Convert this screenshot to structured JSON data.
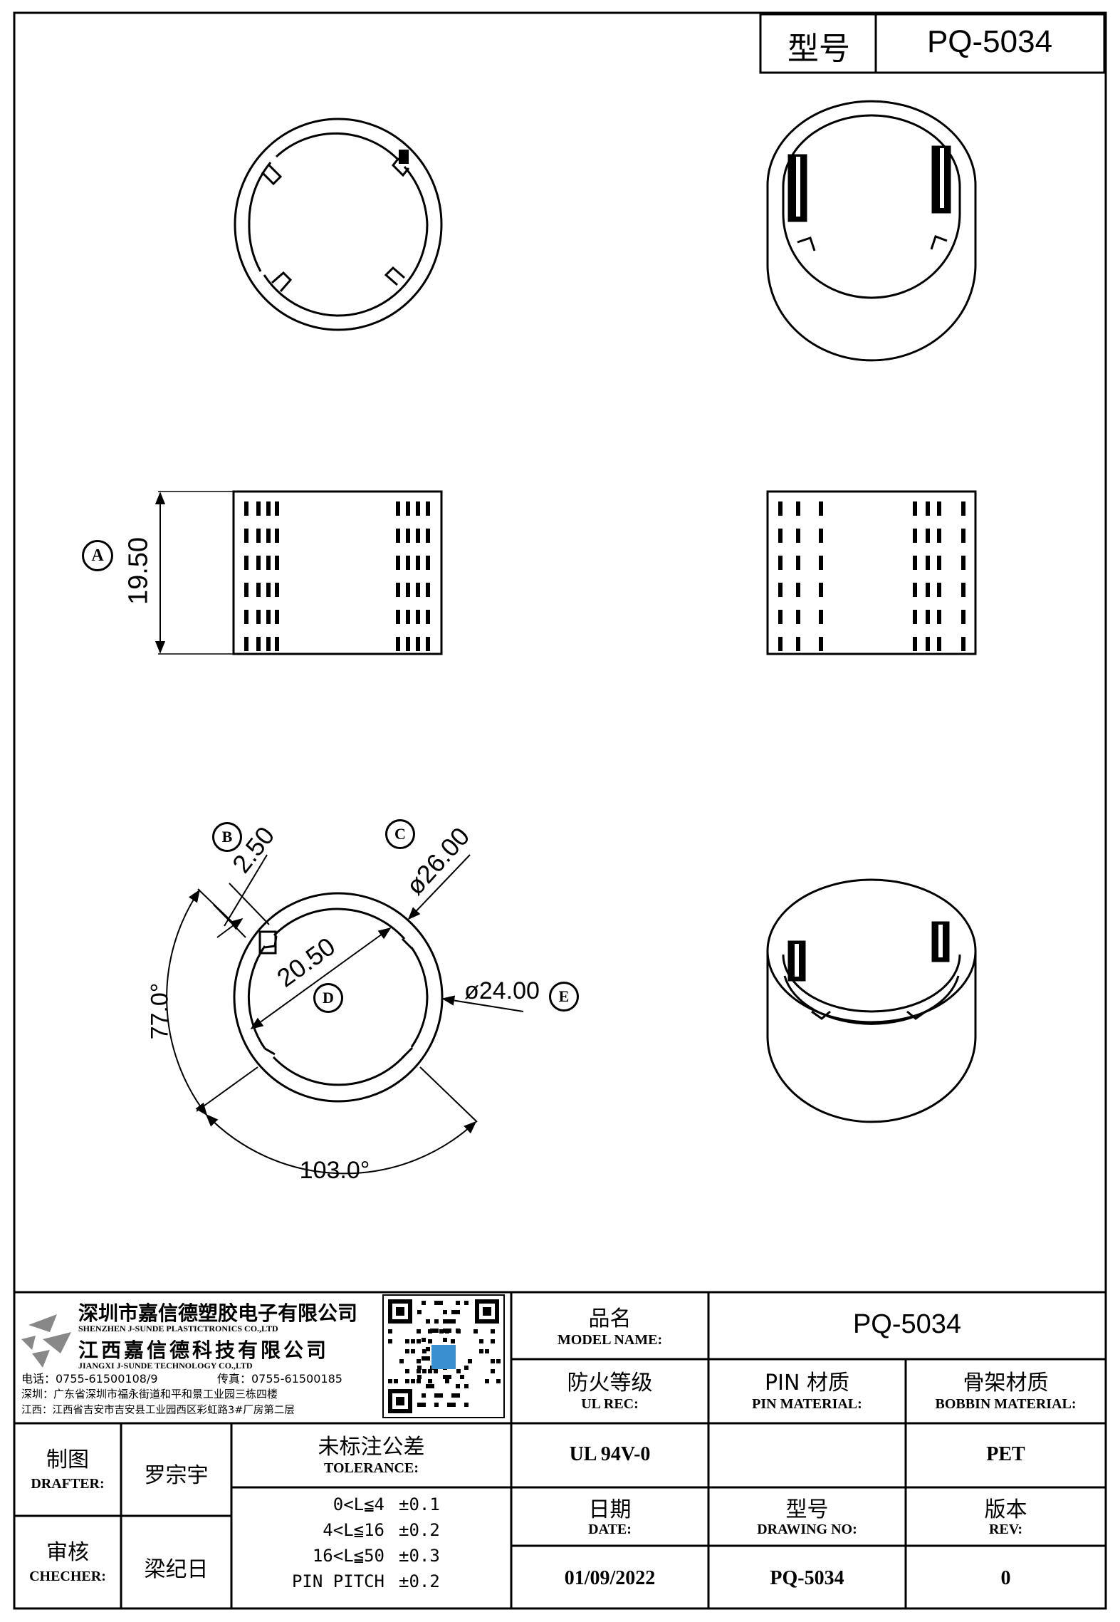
{
  "header": {
    "model_label": "型号",
    "model_value": "PQ-5034"
  },
  "dimensions": {
    "A": {
      "marker": "A",
      "value": "19.50"
    },
    "B": {
      "marker": "B",
      "value": "2.50"
    },
    "C": {
      "marker": "C",
      "value": "ø26.00"
    },
    "D": {
      "marker": "D",
      "value": "20.50"
    },
    "E": {
      "marker": "E",
      "value": "ø24.00"
    },
    "angle_left": "77.0°",
    "angle_bottom": "103.0°"
  },
  "company": {
    "name_cn_1": "深圳市嘉信德塑胶电子有限公司",
    "name_en_1": "SHENZHEN J-SUNDE PLASTICTRONICS CO.,LTD",
    "name_cn_2": "江西嘉信德科技有限公司",
    "name_en_2": "JIANGXI J-SUNDE TECHNOLOGY CO.,LTD",
    "tel": "电话：0755-61500108/9",
    "fax": "传真：0755-61500185",
    "addr_sz": "深圳：广东省深圳市福永街道和平和景工业园三栋四楼",
    "addr_jx": "江西：江西省吉安市吉安县工业园西区彩虹路3#厂房第二层"
  },
  "title_block": {
    "model_name_cn": "品名",
    "model_name_en": "MODEL NAME:",
    "model_name_value": "PQ-5034",
    "ul_cn": "防火等级",
    "ul_en": "UL REC:",
    "ul_value": "UL 94V-0",
    "pin_cn": "PIN 材质",
    "pin_en": "PIN MATERIAL:",
    "pin_value": "",
    "bobbin_cn": "骨架材质",
    "bobbin_en": "BOBBIN MATERIAL:",
    "bobbin_value": "PET",
    "drafter_cn": "制图",
    "drafter_en": "DRAFTER:",
    "drafter_name": "罗宗宇",
    "checker_cn": "审核",
    "checker_en": "CHECHER:",
    "checker_name": "梁纪日",
    "tolerance_cn": "未标注公差",
    "tolerance_en": "TOLERANCE:",
    "tolerance_rows": [
      {
        "range": "0<L≦4",
        "value": "±0.1"
      },
      {
        "range": "4<L≦16",
        "value": "±0.2"
      },
      {
        "range": "16<L≦50",
        "value": "±0.3"
      },
      {
        "range": "PIN PITCH",
        "value": "±0.2"
      }
    ],
    "date_cn": "日期",
    "date_en": "DATE:",
    "date_value": "01/09/2022",
    "drawing_cn": "型号",
    "drawing_en": "DRAWING NO:",
    "drawing_value": "PQ-5034",
    "rev_cn": "版本",
    "rev_en": "REV:",
    "rev_value": "0"
  }
}
